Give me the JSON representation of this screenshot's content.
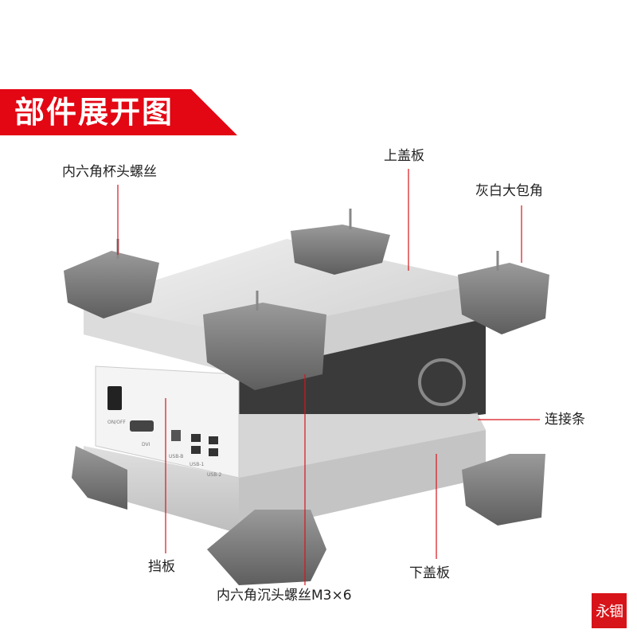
{
  "header": {
    "title": "部件展开图",
    "accent_color": "#e30613"
  },
  "labels": {
    "cup_head_screw": "内六角杯头螺丝",
    "top_cover": "上盖板",
    "gray_corner": "灰白大包角",
    "connector_strip": "连接条",
    "baffle": "挡板",
    "bottom_cover": "下盖板",
    "countersunk_screw": "内六角沉头螺丝M3×6"
  },
  "panel_markings": {
    "switch": "ON/OFF",
    "dvi": "DVI",
    "usb_b": "USB-B",
    "usb_1": "USB-1",
    "usb_2": "USB-2"
  },
  "seal": {
    "text": "永锢",
    "color": "#d7141a"
  },
  "leader_color": "#d7141a"
}
